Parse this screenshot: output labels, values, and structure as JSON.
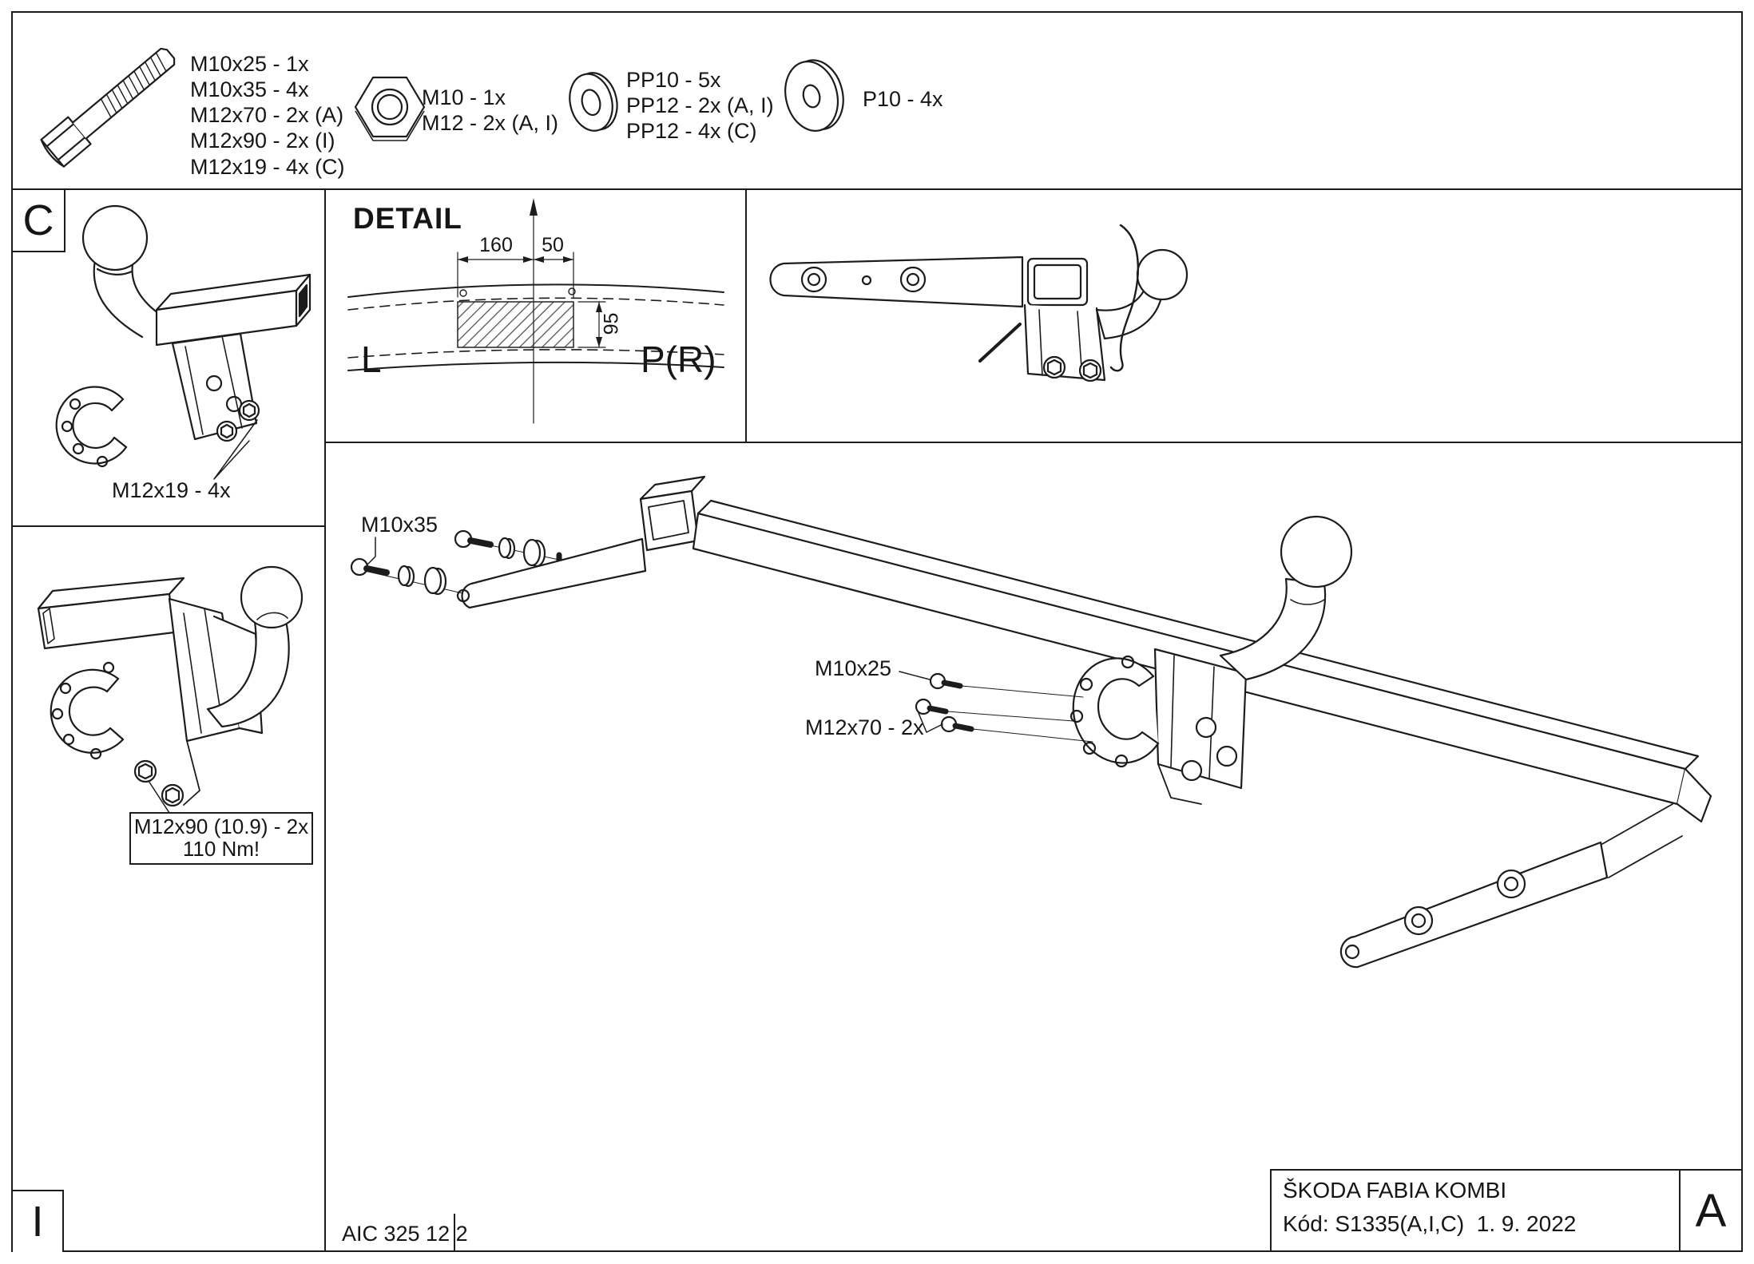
{
  "colors": {
    "ink": "#1c1c1c",
    "background": "#ffffff"
  },
  "parts_strip": {
    "bolt_labels": [
      "M10x25 - 1x",
      "M10x35 - 4x",
      "M12x70 - 2x (A)",
      "M12x90 - 2x (I)",
      "M12x19 - 4x (C)"
    ],
    "nut_labels": [
      "M10 - 1x",
      "M12 - 2x (A, I)"
    ],
    "washer_pp_labels": [
      "PP10 - 5x",
      "PP12 - 2x (A, I)",
      "PP12 - 4x (C)"
    ],
    "washer_p_labels": [
      "P10 - 4x"
    ]
  },
  "panel_c": {
    "corner_letter": "C",
    "callout": "M12x19 - 4x"
  },
  "panel_i": {
    "corner_letter": "I",
    "callout_line1": "M12x90 (10.9) - 2x",
    "callout_line2": "110 Nm!"
  },
  "detail": {
    "title": "DETAIL",
    "dim_width_left": "160",
    "dim_width_right": "50",
    "dim_height": "95",
    "label_left": "L",
    "label_right": "P(R)"
  },
  "main": {
    "callout_m10x35": "M10x35",
    "callout_m10x25": "M10x25",
    "callout_m12x70": "M12x70 - 2x",
    "doc_number": "AIC 325 12 2"
  },
  "title_block": {
    "vehicle": "ŠKODA FABIA KOMBI",
    "code": "Kód: S1335(A,I,C)  1. 9. 2022",
    "corner_letter": "A"
  }
}
